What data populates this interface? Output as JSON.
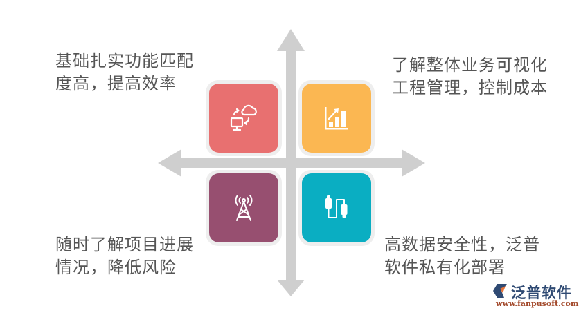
{
  "diagram": {
    "type": "quadrant",
    "axis_color": "#cfcfcf",
    "quadrants": [
      {
        "position": "top-left",
        "icon": "cloud-sync-computer-icon",
        "color": "#e87070",
        "text_line1": "基础扎实功能匹配",
        "text_line2": "度高，提高效率"
      },
      {
        "position": "top-right",
        "icon": "bar-chart-growth-icon",
        "color": "#fbb752",
        "text_line1": "了解整体业务可视化",
        "text_line2": "工程管理，控制成本"
      },
      {
        "position": "bottom-left",
        "icon": "signal-tower-icon",
        "color": "#974f70",
        "text_line1": "随时了解项目进展",
        "text_line2": "情况，降低风险"
      },
      {
        "position": "bottom-right",
        "icon": "usb-cable-icon",
        "color": "#0aaec2",
        "text_line1": "高数据安全性，泛普",
        "text_line2": "软件私有化部署"
      }
    ]
  },
  "logo": {
    "name": "泛普软件",
    "url": "www.fanpusoft.com"
  }
}
